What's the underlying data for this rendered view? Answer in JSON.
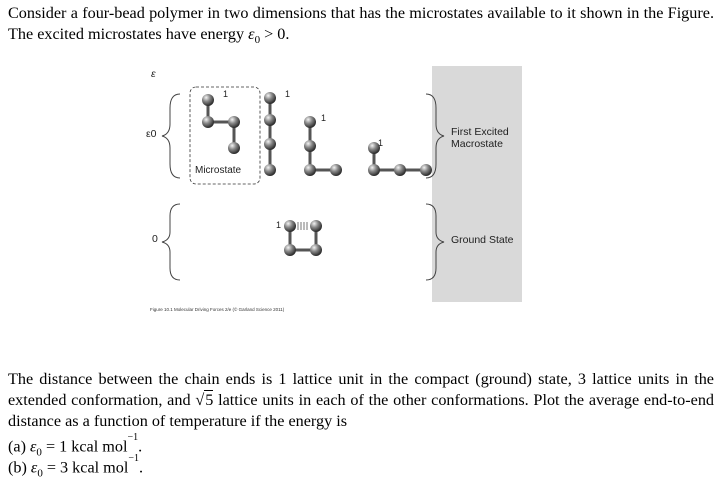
{
  "problem": {
    "intro_pre": "Consider a four-bead polymer in two dimensions that has the microstates available to it shown in the Figure. The excited microstates have energy ",
    "intro_sym": "ε",
    "intro_sub": "0",
    "intro_post": " > 0.",
    "body_part1": "The distance between the chain ends is 1 lattice unit in the compact (ground) state, 3 lattice units in the extended conformation, and ",
    "body_sqrt_sign": "√",
    "body_sqrt_value": "5",
    "body_part2": " lattice units in each of the other conformations. Plot the average end-to-end distance as a function of temperature if the energy is",
    "item_a_prefix": "(a) ",
    "item_a_value": " = 1 kcal mol",
    "item_a_sup": "−1",
    "item_a_end": ".",
    "item_b_prefix": "(b) ",
    "item_b_value": " = 3 kcal mol",
    "item_b_sup": "−1",
    "item_b_end": ".",
    "eps_symbol": "ε",
    "eps_sub": "0"
  },
  "figure": {
    "axis_label": "ε",
    "eps0_label": "ε0",
    "zero_label": "0",
    "microstate_label": "Microstate",
    "first_excited_line1": "First Excited",
    "first_excited_line2": "Macrostate",
    "ground_state_label": "Ground State",
    "bead_number": "1",
    "caption": "Figure 10.1  Molecular Driving Forces 2/e (© Garland Science 2011)",
    "colors": {
      "panel": "#d9d9d9",
      "bead_dark": "#3a3a3a",
      "bead_light": "#e8e8e8",
      "bond": "#555555"
    }
  }
}
